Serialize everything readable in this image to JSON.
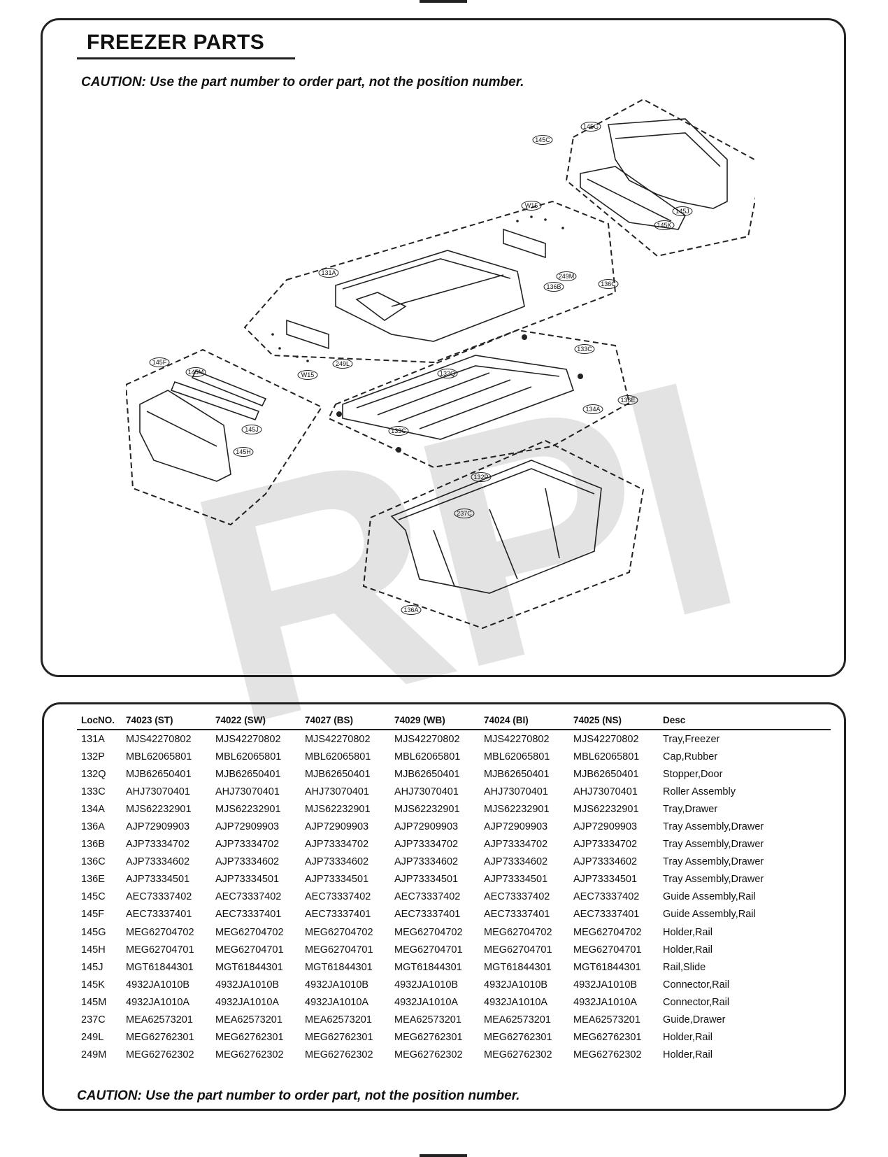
{
  "header": {
    "title": "FREEZER PARTS",
    "caution": "CAUTION: Use the part number to order part, not the position number."
  },
  "watermark": "RPI",
  "diagram": {
    "callouts": [
      "145C",
      "145G",
      "145J",
      "145K",
      "W15",
      "131A",
      "136B",
      "249M",
      "136C",
      "132Q",
      "133C",
      "134A",
      "136E",
      "145F",
      "145M",
      "W15",
      "249L",
      "133C",
      "145H",
      "145J",
      "132P",
      "237C",
      "136A"
    ]
  },
  "table": {
    "columns": [
      "LocNO.",
      "74023 (ST)",
      "74022 (SW)",
      "74027 (BS)",
      "74029 (WB)",
      "74024 (BI)",
      "74025 (NS)",
      "Desc"
    ],
    "rows": [
      {
        "loc": "131A",
        "p1": "MJS42270802",
        "p2": "MJS42270802",
        "p3": "MJS42270802",
        "p4": "MJS42270802",
        "p5": "MJS42270802",
        "p6": "MJS42270802",
        "desc": "Tray,Freezer"
      },
      {
        "loc": "132P",
        "p1": "MBL62065801",
        "p2": "MBL62065801",
        "p3": "MBL62065801",
        "p4": "MBL62065801",
        "p5": "MBL62065801",
        "p6": "MBL62065801",
        "desc": "Cap,Rubber"
      },
      {
        "loc": "132Q",
        "p1": "MJB62650401",
        "p2": "MJB62650401",
        "p3": "MJB62650401",
        "p4": "MJB62650401",
        "p5": "MJB62650401",
        "p6": "MJB62650401",
        "desc": "Stopper,Door"
      },
      {
        "loc": "133C",
        "p1": "AHJ73070401",
        "p2": "AHJ73070401",
        "p3": "AHJ73070401",
        "p4": "AHJ73070401",
        "p5": "AHJ73070401",
        "p6": "AHJ73070401",
        "desc": "Roller Assembly"
      },
      {
        "loc": "134A",
        "p1": "MJS62232901",
        "p2": "MJS62232901",
        "p3": "MJS62232901",
        "p4": "MJS62232901",
        "p5": "MJS62232901",
        "p6": "MJS62232901",
        "desc": "Tray,Drawer"
      },
      {
        "loc": "136A",
        "p1": "AJP72909903",
        "p2": "AJP72909903",
        "p3": "AJP72909903",
        "p4": "AJP72909903",
        "p5": "AJP72909903",
        "p6": "AJP72909903",
        "desc": "Tray Assembly,Drawer"
      },
      {
        "loc": "136B",
        "p1": "AJP73334702",
        "p2": "AJP73334702",
        "p3": "AJP73334702",
        "p4": "AJP73334702",
        "p5": "AJP73334702",
        "p6": "AJP73334702",
        "desc": "Tray Assembly,Drawer"
      },
      {
        "loc": "136C",
        "p1": "AJP73334602",
        "p2": "AJP73334602",
        "p3": "AJP73334602",
        "p4": "AJP73334602",
        "p5": "AJP73334602",
        "p6": "AJP73334602",
        "desc": "Tray Assembly,Drawer"
      },
      {
        "loc": "136E",
        "p1": "AJP73334501",
        "p2": "AJP73334501",
        "p3": "AJP73334501",
        "p4": "AJP73334501",
        "p5": "AJP73334501",
        "p6": "AJP73334501",
        "desc": "Tray Assembly,Drawer"
      },
      {
        "loc": "145C",
        "p1": "AEC73337402",
        "p2": "AEC73337402",
        "p3": "AEC73337402",
        "p4": "AEC73337402",
        "p5": "AEC73337402",
        "p6": "AEC73337402",
        "desc": "Guide Assembly,Rail"
      },
      {
        "loc": "145F",
        "p1": "AEC73337401",
        "p2": "AEC73337401",
        "p3": "AEC73337401",
        "p4": "AEC73337401",
        "p5": "AEC73337401",
        "p6": "AEC73337401",
        "desc": "Guide Assembly,Rail"
      },
      {
        "loc": "145G",
        "p1": "MEG62704702",
        "p2": "MEG62704702",
        "p3": "MEG62704702",
        "p4": "MEG62704702",
        "p5": "MEG62704702",
        "p6": "MEG62704702",
        "desc": "Holder,Rail"
      },
      {
        "loc": "145H",
        "p1": "MEG62704701",
        "p2": "MEG62704701",
        "p3": "MEG62704701",
        "p4": "MEG62704701",
        "p5": "MEG62704701",
        "p6": "MEG62704701",
        "desc": "Holder,Rail"
      },
      {
        "loc": "145J",
        "p1": "MGT61844301",
        "p2": "MGT61844301",
        "p3": "MGT61844301",
        "p4": "MGT61844301",
        "p5": "MGT61844301",
        "p6": "MGT61844301",
        "desc": "Rail,Slide"
      },
      {
        "loc": "145K",
        "p1": "4932JA1010B",
        "p2": "4932JA1010B",
        "p3": "4932JA1010B",
        "p4": "4932JA1010B",
        "p5": "4932JA1010B",
        "p6": "4932JA1010B",
        "desc": "Connector,Rail"
      },
      {
        "loc": "145M",
        "p1": "4932JA1010A",
        "p2": "4932JA1010A",
        "p3": "4932JA1010A",
        "p4": "4932JA1010A",
        "p5": "4932JA1010A",
        "p6": "4932JA1010A",
        "desc": "Connector,Rail"
      },
      {
        "loc": "237C",
        "p1": "MEA62573201",
        "p2": "MEA62573201",
        "p3": "MEA62573201",
        "p4": "MEA62573201",
        "p5": "MEA62573201",
        "p6": "MEA62573201",
        "desc": "Guide,Drawer"
      },
      {
        "loc": "249L",
        "p1": "MEG62762301",
        "p2": "MEG62762301",
        "p3": "MEG62762301",
        "p4": "MEG62762301",
        "p5": "MEG62762301",
        "p6": "MEG62762301",
        "desc": "Holder,Rail"
      },
      {
        "loc": "249M",
        "p1": "MEG62762302",
        "p2": "MEG62762302",
        "p3": "MEG62762302",
        "p4": "MEG62762302",
        "p5": "MEG62762302",
        "p6": "MEG62762302",
        "desc": "Holder,Rail"
      }
    ],
    "caution": "CAUTION: Use the part number to order part, not the position number."
  }
}
